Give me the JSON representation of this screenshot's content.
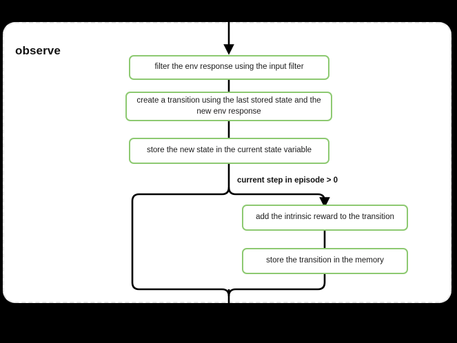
{
  "diagram": {
    "title": "observe",
    "container": {
      "label": "observe",
      "border_style": "dashed",
      "border_color": "#e6e6e6",
      "background": "#ffffff"
    },
    "node_color": "#8dc971",
    "edge_color": "#000000",
    "nodes": [
      {
        "id": "filter",
        "label": "filter the env response using the input filter"
      },
      {
        "id": "create",
        "label": "create a transition using the last stored state and the new env response"
      },
      {
        "id": "store_state",
        "label": "store the new state in the current state variable"
      },
      {
        "id": "intrinsic",
        "label": "add the intrinsic reward to the transition"
      },
      {
        "id": "store_tr",
        "label": "store the transition in the memory"
      }
    ],
    "edges": [
      {
        "from": "entry",
        "to": "filter",
        "label": ""
      },
      {
        "from": "filter",
        "to": "create",
        "label": ""
      },
      {
        "from": "create",
        "to": "store_state",
        "label": ""
      },
      {
        "from": "store_state",
        "to": "intrinsic",
        "label": "current step in episode > 0"
      },
      {
        "from": "intrinsic",
        "to": "store_tr",
        "label": ""
      },
      {
        "from": "store_state",
        "to": "merge",
        "label": ""
      },
      {
        "from": "store_tr",
        "to": "merge",
        "label": ""
      },
      {
        "from": "merge",
        "to": "exit",
        "label": ""
      }
    ],
    "condition_label": "current step in episode > 0"
  }
}
